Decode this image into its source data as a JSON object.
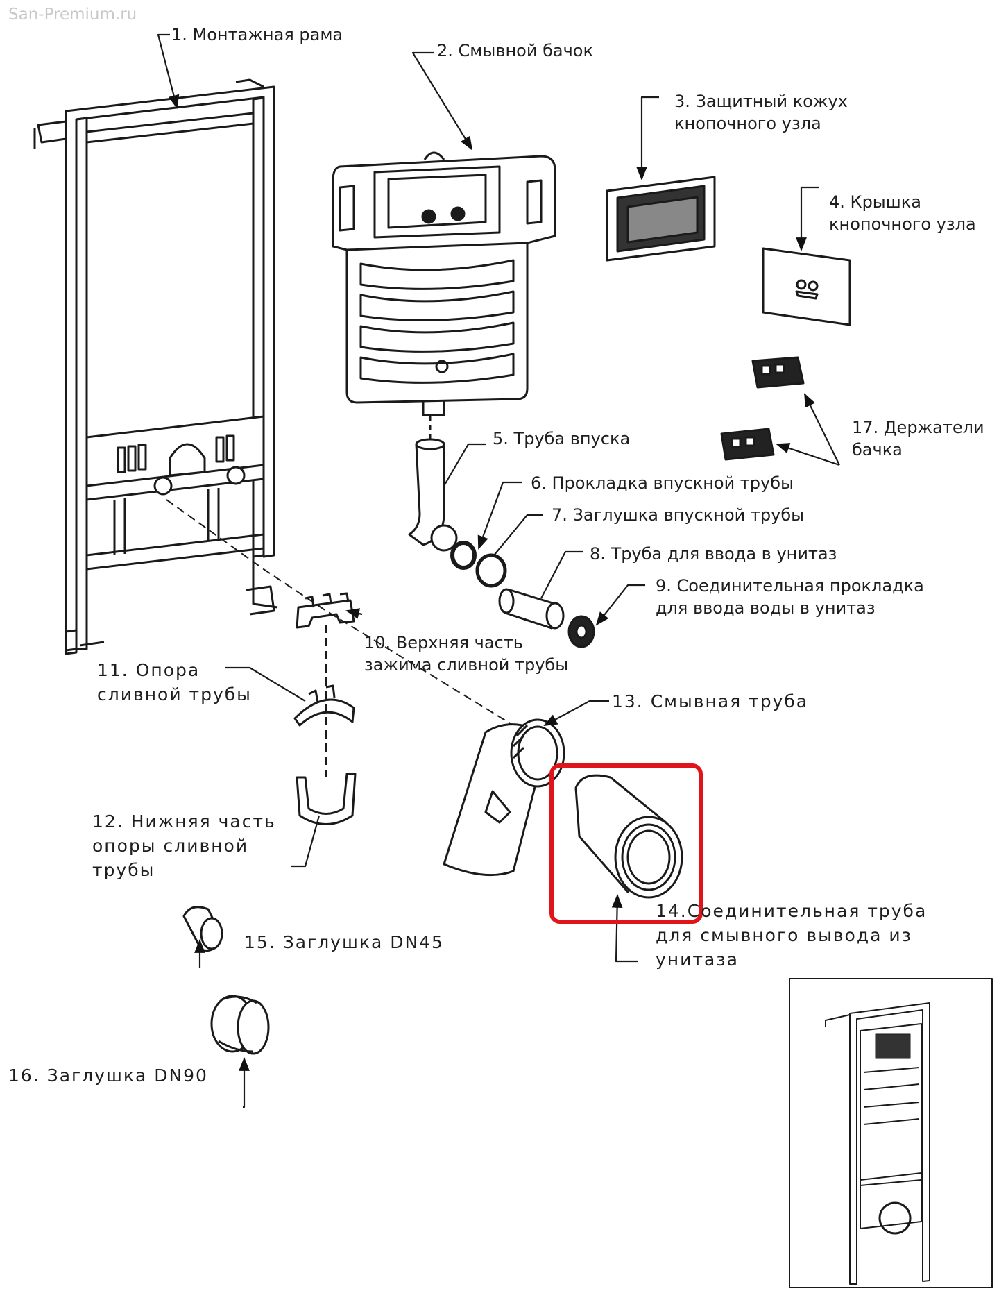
{
  "watermark": "San-Premium.ru",
  "highlight_color": "#e0141b",
  "labels": {
    "p1": "1. Монтажная рама",
    "p2": "2. Смывной бачок",
    "p3": [
      "3. Защитный кожух",
      "кнопочного узла"
    ],
    "p4": [
      "4. Крышка",
      "кнопочного узла"
    ],
    "p5": "5. Труба впуска",
    "p6": "6. Прокладка впускной трубы",
    "p7": "7. Заглушка впускной трубы",
    "p8": "8. Труба для ввода в унитаз",
    "p9": [
      "9. Соединительная прокладка",
      "для ввода воды в унитаз"
    ],
    "p10": [
      "10. Верхняя часть",
      "зажима сливной трубы"
    ],
    "p11": [
      "11. Опора",
      "сливной трубы"
    ],
    "p12": [
      "12. Нижняя часть",
      "опоры сливной",
      "трубы"
    ],
    "p13": "13. Смывная труба",
    "p14": [
      "14.Соединительная труба",
      "для смывного вывода из",
      "унитаза"
    ],
    "p15": "15. Заглушка DN45",
    "p16": "16. Заглушка DN90",
    "p17": [
      "17. Держатели",
      "бачка"
    ]
  }
}
